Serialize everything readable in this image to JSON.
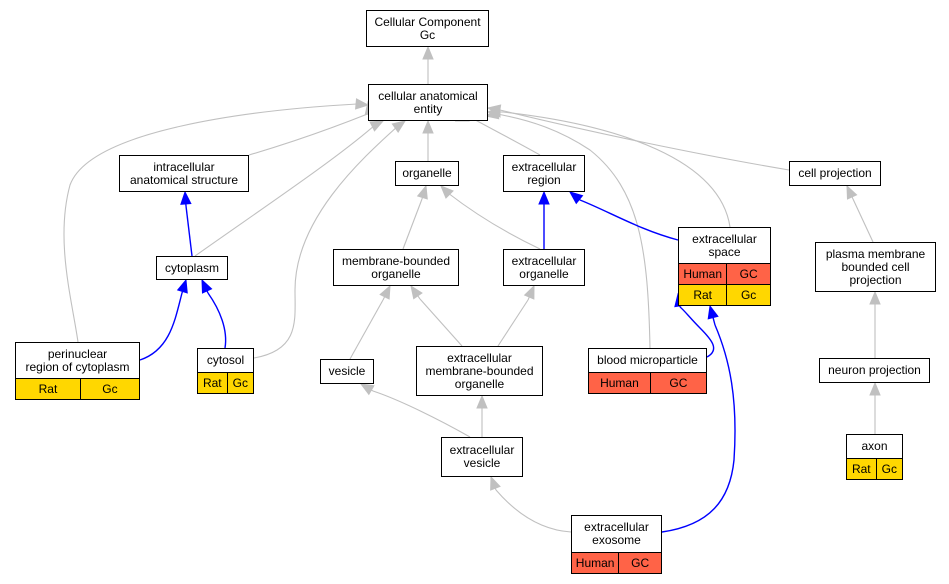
{
  "colors": {
    "is_a_edge": "#c0c0c0",
    "part_of_edge": "#0000ff",
    "human_cell": "#ff6347",
    "rat_cell": "#ffd700"
  },
  "nodes": {
    "cellular_component": {
      "label": "Cellular Component\nGc",
      "annotations": []
    },
    "cellular_anatomical_entity": {
      "label": "cellular anatomical\nentity",
      "annotations": []
    },
    "intracellular_anatomical_structure": {
      "label": "intracellular\nanatomical structure",
      "annotations": []
    },
    "organelle": {
      "label": "organelle",
      "annotations": []
    },
    "extracellular_region": {
      "label": "extracellular\nregion",
      "annotations": []
    },
    "cell_projection": {
      "label": "cell projection",
      "annotations": []
    },
    "cytoplasm": {
      "label": "cytoplasm",
      "annotations": []
    },
    "membrane_bounded_organelle": {
      "label": "membrane-bounded\norganelle",
      "annotations": []
    },
    "extracellular_organelle": {
      "label": "extracellular\norganelle",
      "annotations": []
    },
    "extracellular_space": {
      "label": "extracellular\nspace",
      "annotations": [
        {
          "species": "Human",
          "gene": "GC",
          "color": "human"
        },
        {
          "species": "Rat",
          "gene": "Gc",
          "color": "rat"
        }
      ]
    },
    "plasma_membrane_bounded_cell_projection": {
      "label": "plasma membrane\nbounded cell\nprojection",
      "annotations": []
    },
    "perinuclear_region_of_cytoplasm": {
      "label": "perinuclear\nregion of cytoplasm",
      "annotations": [
        {
          "species": "Rat",
          "gene": "Gc",
          "color": "rat"
        }
      ]
    },
    "cytosol": {
      "label": "cytosol",
      "annotations": [
        {
          "species": "Rat",
          "gene": "Gc",
          "color": "rat"
        }
      ]
    },
    "vesicle": {
      "label": "vesicle",
      "annotations": []
    },
    "extracellular_membrane_bounded_organelle": {
      "label": "extracellular\nmembrane-bounded\norganelle",
      "annotations": []
    },
    "blood_microparticle": {
      "label": "blood microparticle",
      "annotations": [
        {
          "species": "Human",
          "gene": "GC",
          "color": "human"
        }
      ]
    },
    "neuron_projection": {
      "label": "neuron projection",
      "annotations": []
    },
    "extracellular_vesicle": {
      "label": "extracellular\nvesicle",
      "annotations": []
    },
    "axon": {
      "label": "axon",
      "annotations": [
        {
          "species": "Rat",
          "gene": "Gc",
          "color": "rat"
        }
      ]
    },
    "extracellular_exosome": {
      "label": "extracellular\nexosome",
      "annotations": [
        {
          "species": "Human",
          "gene": "GC",
          "color": "human"
        }
      ]
    }
  },
  "edges": [
    {
      "from": "cellular_anatomical_entity",
      "to": "cellular_component",
      "type": "is_a"
    },
    {
      "from": "intracellular_anatomical_structure",
      "to": "cellular_anatomical_entity",
      "type": "is_a"
    },
    {
      "from": "organelle",
      "to": "cellular_anatomical_entity",
      "type": "is_a"
    },
    {
      "from": "extracellular_region",
      "to": "cellular_anatomical_entity",
      "type": "is_a"
    },
    {
      "from": "cell_projection",
      "to": "cellular_anatomical_entity",
      "type": "is_a"
    },
    {
      "from": "cytoplasm",
      "to": "cellular_anatomical_entity",
      "type": "is_a"
    },
    {
      "from": "cytosol",
      "to": "cellular_anatomical_entity",
      "type": "is_a"
    },
    {
      "from": "perinuclear_region_of_cytoplasm",
      "to": "cellular_anatomical_entity",
      "type": "is_a"
    },
    {
      "from": "extracellular_space",
      "to": "cellular_anatomical_entity",
      "type": "is_a"
    },
    {
      "from": "blood_microparticle",
      "to": "cellular_anatomical_entity",
      "type": "is_a"
    },
    {
      "from": "cytoplasm",
      "to": "intracellular_anatomical_structure",
      "type": "part_of"
    },
    {
      "from": "membrane_bounded_organelle",
      "to": "organelle",
      "type": "is_a"
    },
    {
      "from": "extracellular_organelle",
      "to": "organelle",
      "type": "is_a"
    },
    {
      "from": "extracellular_organelle",
      "to": "extracellular_region",
      "type": "part_of"
    },
    {
      "from": "extracellular_space",
      "to": "extracellular_region",
      "type": "part_of"
    },
    {
      "from": "plasma_membrane_bounded_cell_projection",
      "to": "cell_projection",
      "type": "is_a"
    },
    {
      "from": "perinuclear_region_of_cytoplasm",
      "to": "cytoplasm",
      "type": "part_of"
    },
    {
      "from": "cytosol",
      "to": "cytoplasm",
      "type": "part_of"
    },
    {
      "from": "vesicle",
      "to": "membrane_bounded_organelle",
      "type": "is_a"
    },
    {
      "from": "extracellular_membrane_bounded_organelle",
      "to": "membrane_bounded_organelle",
      "type": "is_a"
    },
    {
      "from": "extracellular_membrane_bounded_organelle",
      "to": "extracellular_organelle",
      "type": "is_a"
    },
    {
      "from": "blood_microparticle",
      "to": "extracellular_space",
      "type": "part_of"
    },
    {
      "from": "extracellular_exosome",
      "to": "extracellular_space",
      "type": "part_of"
    },
    {
      "from": "neuron_projection",
      "to": "plasma_membrane_bounded_cell_projection",
      "type": "is_a"
    },
    {
      "from": "extracellular_vesicle",
      "to": "vesicle",
      "type": "is_a"
    },
    {
      "from": "extracellular_vesicle",
      "to": "extracellular_membrane_bounded_organelle",
      "type": "is_a"
    },
    {
      "from": "axon",
      "to": "neuron_projection",
      "type": "is_a"
    },
    {
      "from": "extracellular_exosome",
      "to": "extracellular_vesicle",
      "type": "is_a"
    }
  ]
}
